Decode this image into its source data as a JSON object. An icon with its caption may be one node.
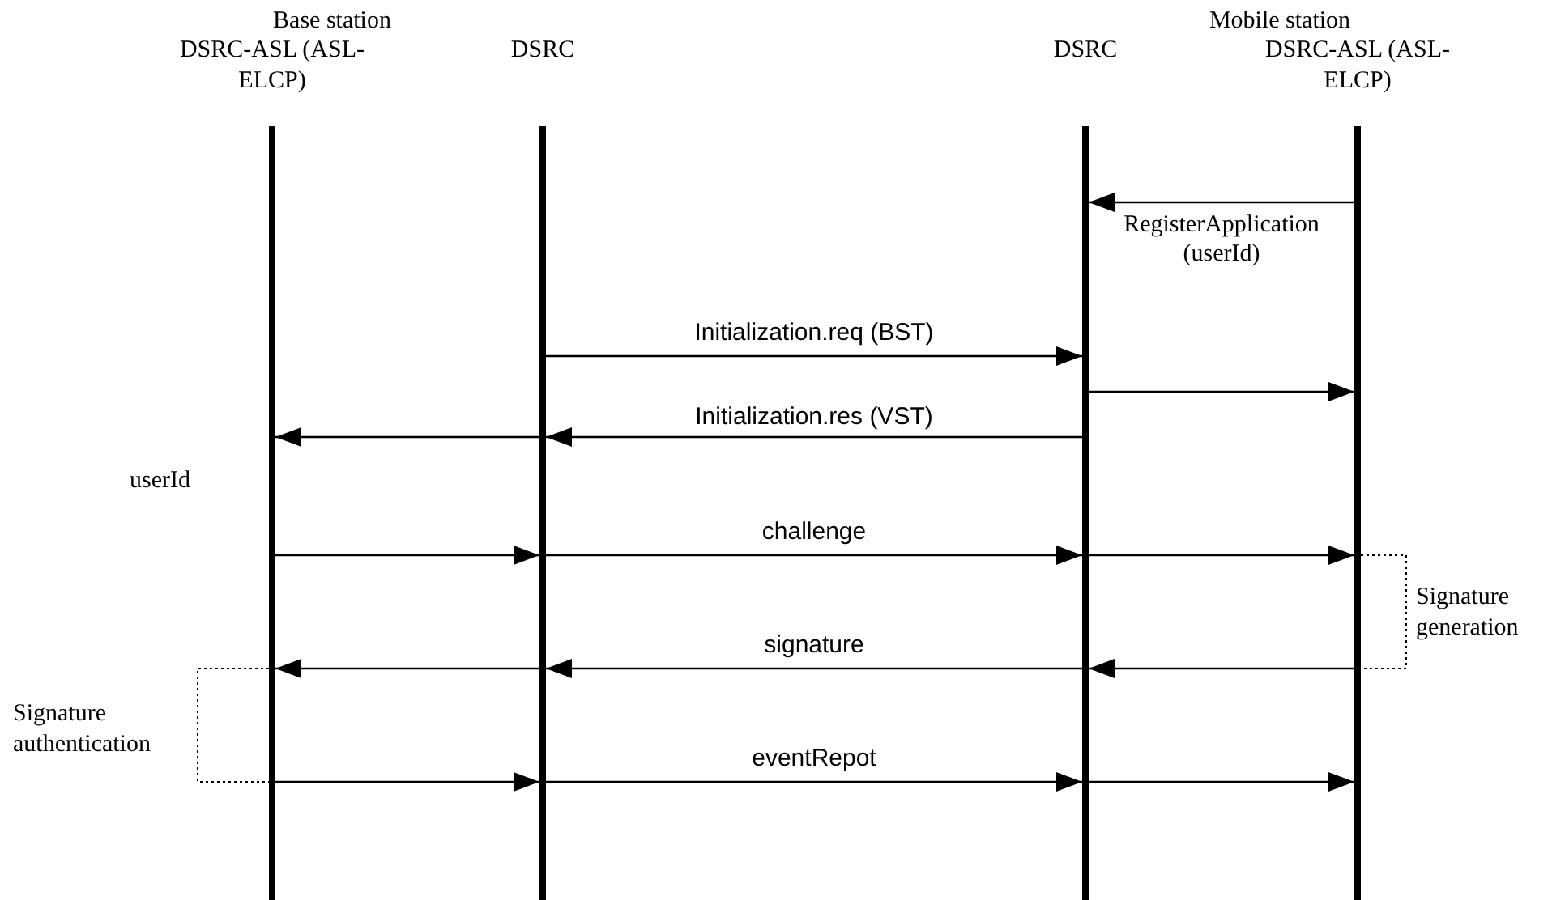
{
  "diagram": {
    "nodes": [
      {
        "text": [
          "DSRC-ASL (ASL-ELCP)"
        ]
      },
      {
        "text": [
          "DSRC"
        ]
      },
      {
        "text": [
          "DSRC"
        ]
      },
      {
        "text": [
          "DSRC-ASL (ASL-ELCP)"
        ]
      }
    ],
    "edges": [
      {
        "from": 3,
        "to": 2,
        "arrow": "to",
        "label": "RegisterApplication (userId)"
      },
      {
        "from": 1,
        "to": 2,
        "arrow": "to",
        "label": "Initialization.req (BST)"
      },
      {
        "from": 2,
        "to": 3,
        "arrow": "to"
      },
      {
        "from": 2,
        "to": 1,
        "arrow": "to",
        "label": "Initialization.res (VST)"
      },
      {
        "from": 1,
        "to": 0,
        "arrow": "to"
      },
      {
        "from": 0,
        "to": 1,
        "arrow": "to"
      },
      {
        "from": 1,
        "to": 2,
        "arrow": "to",
        "label": "challenge"
      },
      {
        "from": 2,
        "to": 3,
        "arrow": "to"
      },
      {
        "from": 3,
        "to": 2,
        "arrow": "to"
      },
      {
        "from": 2,
        "to": 1,
        "arrow": "to",
        "label": "signature"
      },
      {
        "from": 1,
        "to": 0,
        "arrow": "to"
      },
      {
        "from": 0,
        "to": 1,
        "arrow": "to"
      },
      {
        "from": 1,
        "to": 2,
        "arrow": "to",
        "label": "eventRepot"
      },
      {
        "from": 2,
        "to": 3,
        "arrow": "to"
      }
    ],
    "labels": [
      "Base station",
      "Mobile station",
      "userId",
      "Signature generation",
      "Signature authentication"
    ]
  }
}
